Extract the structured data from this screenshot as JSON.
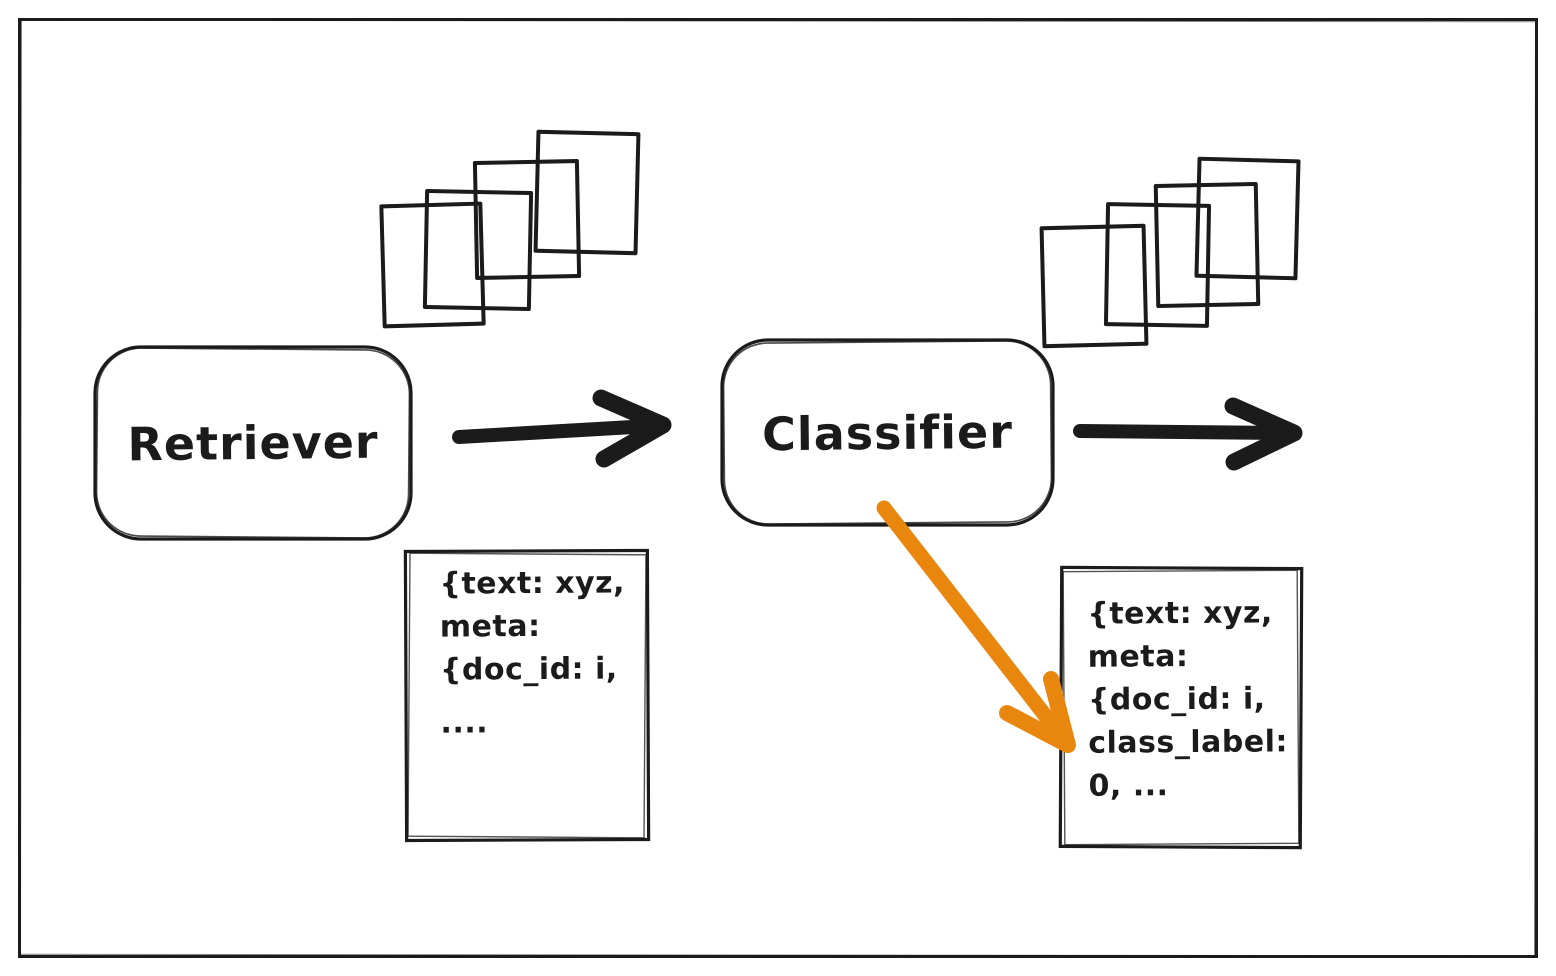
{
  "diagram": {
    "colors": {
      "ink": "#1b1b1b",
      "accent_orange": "#e8860e",
      "background": "#ffffff"
    },
    "nodes": [
      {
        "id": "retriever",
        "label": "Retriever"
      },
      {
        "id": "classifier",
        "label": "Classifier"
      }
    ],
    "icons": [
      {
        "name": "document-stack-icon",
        "shape": "four-overlapping-rectangles",
        "instances": 2
      }
    ],
    "arrows": [
      {
        "name": "retriever-to-classifier-arrow",
        "color": "#1b1b1b",
        "direction": "right"
      },
      {
        "name": "classifier-output-arrow",
        "color": "#1b1b1b",
        "direction": "right"
      },
      {
        "name": "classifier-to-payload-arrow",
        "color": "#e8860e",
        "direction": "down-right"
      }
    ],
    "payloads": [
      {
        "name": "retriever-output",
        "lines": [
          "{text: xyz,",
          "meta:",
          "{doc_id: i,",
          "...."
        ]
      },
      {
        "name": "classifier-output",
        "lines": [
          "{text: xyz,",
          "meta:",
          "{doc_id: i,",
          "class_label:",
          "0, ..."
        ]
      }
    ]
  }
}
